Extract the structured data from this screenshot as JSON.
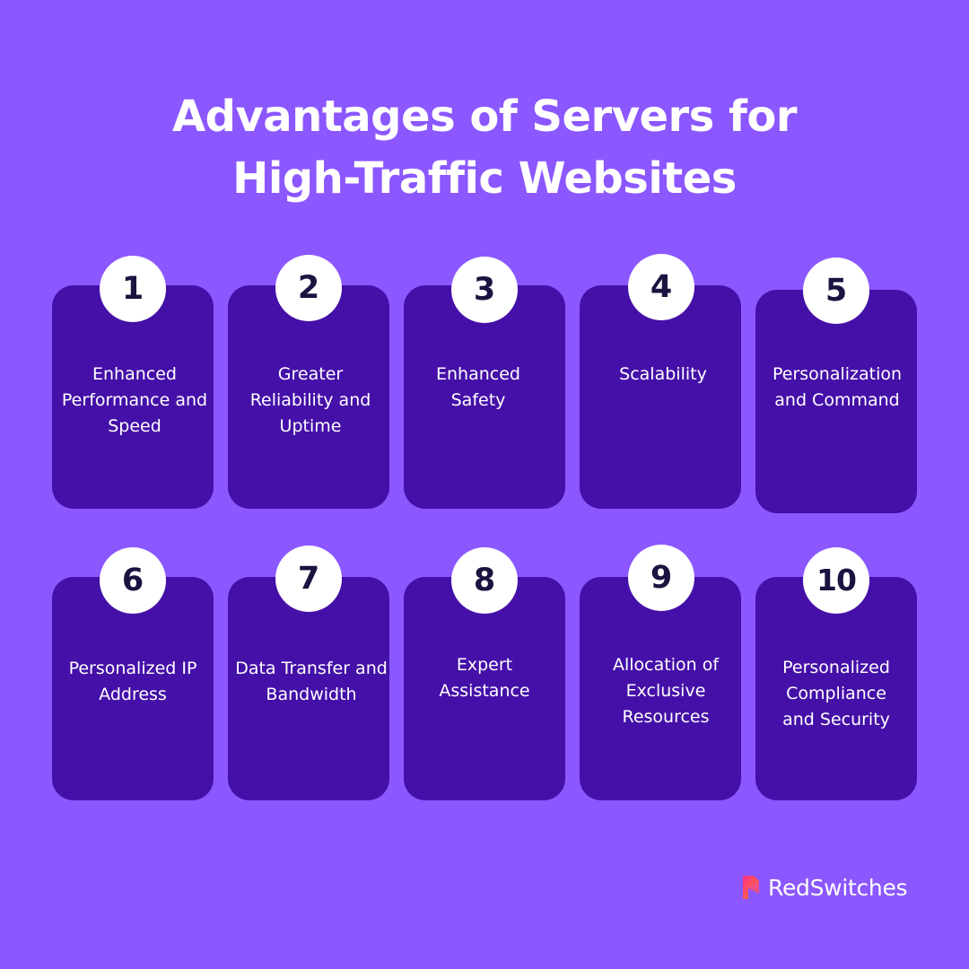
{
  "title": {
    "line1": "Advantages of Servers for",
    "line2": "High-Traffic Websites"
  },
  "items": [
    {
      "number": "1",
      "label": "Enhanced Performance and Speed"
    },
    {
      "number": "2",
      "label": "Greater Reliability and Uptime"
    },
    {
      "number": "3",
      "label": "Enhanced Safety"
    },
    {
      "number": "4",
      "label": "Scalability"
    },
    {
      "number": "5",
      "label": "Personalization and Command"
    },
    {
      "number": "6",
      "label": "Personalized IP Address"
    },
    {
      "number": "7",
      "label": "Data Transfer and Bandwidth"
    },
    {
      "number": "8",
      "label": "Expert Assistance"
    },
    {
      "number": "9",
      "label": "Allocation of Exclusive Resources"
    },
    {
      "number": "10",
      "label": "Personalized Compliance and Security"
    }
  ],
  "brand": {
    "name": "RedSwitches",
    "icon": "redswitches-logo-icon"
  },
  "colors": {
    "background": "#8b57ff",
    "card": "#4510a8",
    "badge": "#ffffff",
    "badge_text": "#1b1340",
    "logo_pink": "#ff2d8a",
    "logo_orange": "#ff7a2a"
  }
}
